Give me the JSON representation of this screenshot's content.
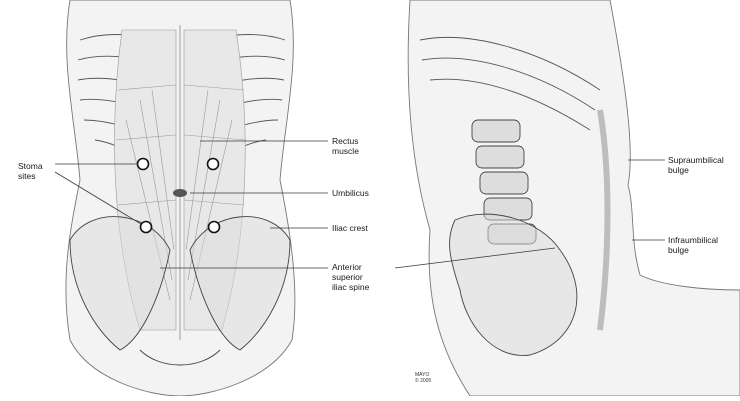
{
  "labels": {
    "stoma_sites": "Stoma\nsites",
    "rectus_muscle": "Rectus\nmuscle",
    "umbilicus": "Umbilicus",
    "iliac_crest": "Iliac crest",
    "asis": "Anterior\nsuperior\niliac spine",
    "supraumbilical_bulge": "Supraumbilical\nbulge",
    "infraumbilical_bulge": "Infraumbilical\nbulge"
  },
  "credit": "MAYO\n© 2005",
  "colors": {
    "line": "#3a3a3a",
    "skin_fill": "#f3f3f3",
    "bone": "#d9d9d9",
    "muscle": "#bdbdbd",
    "stoma_marker": "#111111"
  }
}
